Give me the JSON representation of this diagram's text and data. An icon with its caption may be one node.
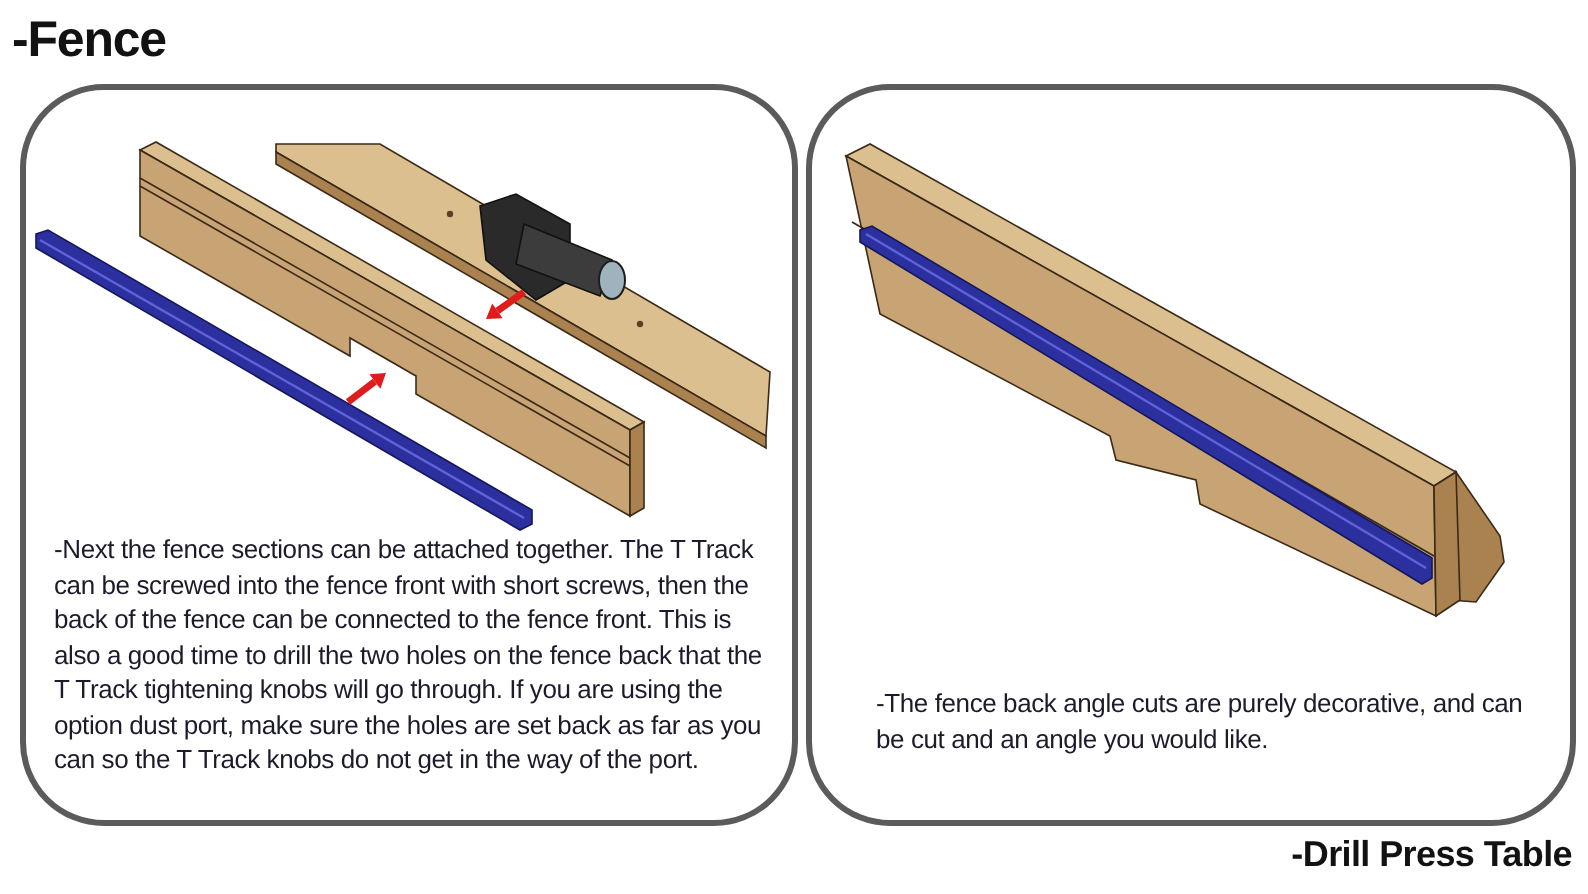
{
  "diagram": {
    "title": "-Fence",
    "nodes": [
      {
        "text": [
          "-Next the fence sections can be attached together. The T Track can be screwed into the fence front with short screws, then the back of the fence can be connected to the fence front. This is also a good time to drill the two holes on the fence back that the T Track tightening knobs will go through. If you are using the option dust port, make sure the holes are set back as far as you can so the T Track knobs do not get in the way of the port."
        ]
      },
      {
        "text": [
          "-The fence back angle cuts are purely decorative, and can be cut and an angle you would like."
        ]
      }
    ],
    "labels": [
      "-Drill Press Table"
    ]
  }
}
